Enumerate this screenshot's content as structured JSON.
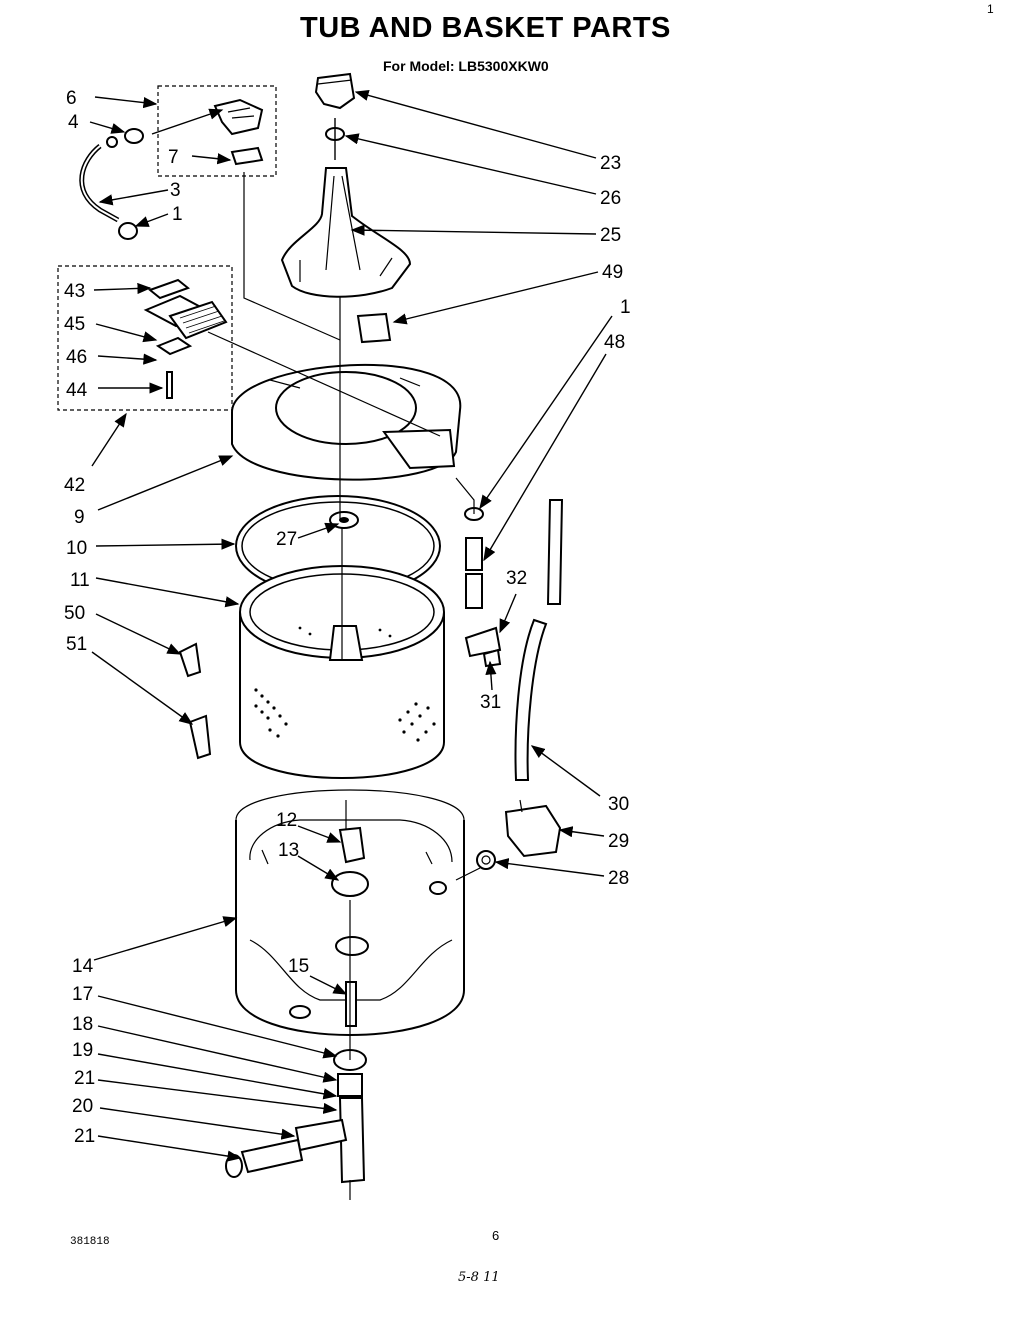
{
  "header": {
    "title": "TUB AND BASKET PARTS",
    "subtitle": "For Model: LB5300XKW0"
  },
  "footer": {
    "doc_number": "381818",
    "page_number": "6",
    "handwritten_note": "5-8 11",
    "corner_mark": "1"
  },
  "callouts": {
    "c6": "6",
    "c4": "4",
    "c7": "7",
    "c3": "3",
    "c1a": "1",
    "c43": "43",
    "c45": "45",
    "c46": "46",
    "c44": "44",
    "c42": "42",
    "c9": "9",
    "c10": "10",
    "c11": "11",
    "c50": "50",
    "c51": "51",
    "c12": "12",
    "c13": "13",
    "c14": "14",
    "c15": "15",
    "c17": "17",
    "c18": "18",
    "c19": "19",
    "c21a": "21",
    "c20": "20",
    "c21b": "21",
    "c23": "23",
    "c26": "26",
    "c25": "25",
    "c49": "49",
    "c1b": "1",
    "c48": "48",
    "c27": "27",
    "c32": "32",
    "c31": "31",
    "c30": "30",
    "c29": "29",
    "c28": "28"
  }
}
